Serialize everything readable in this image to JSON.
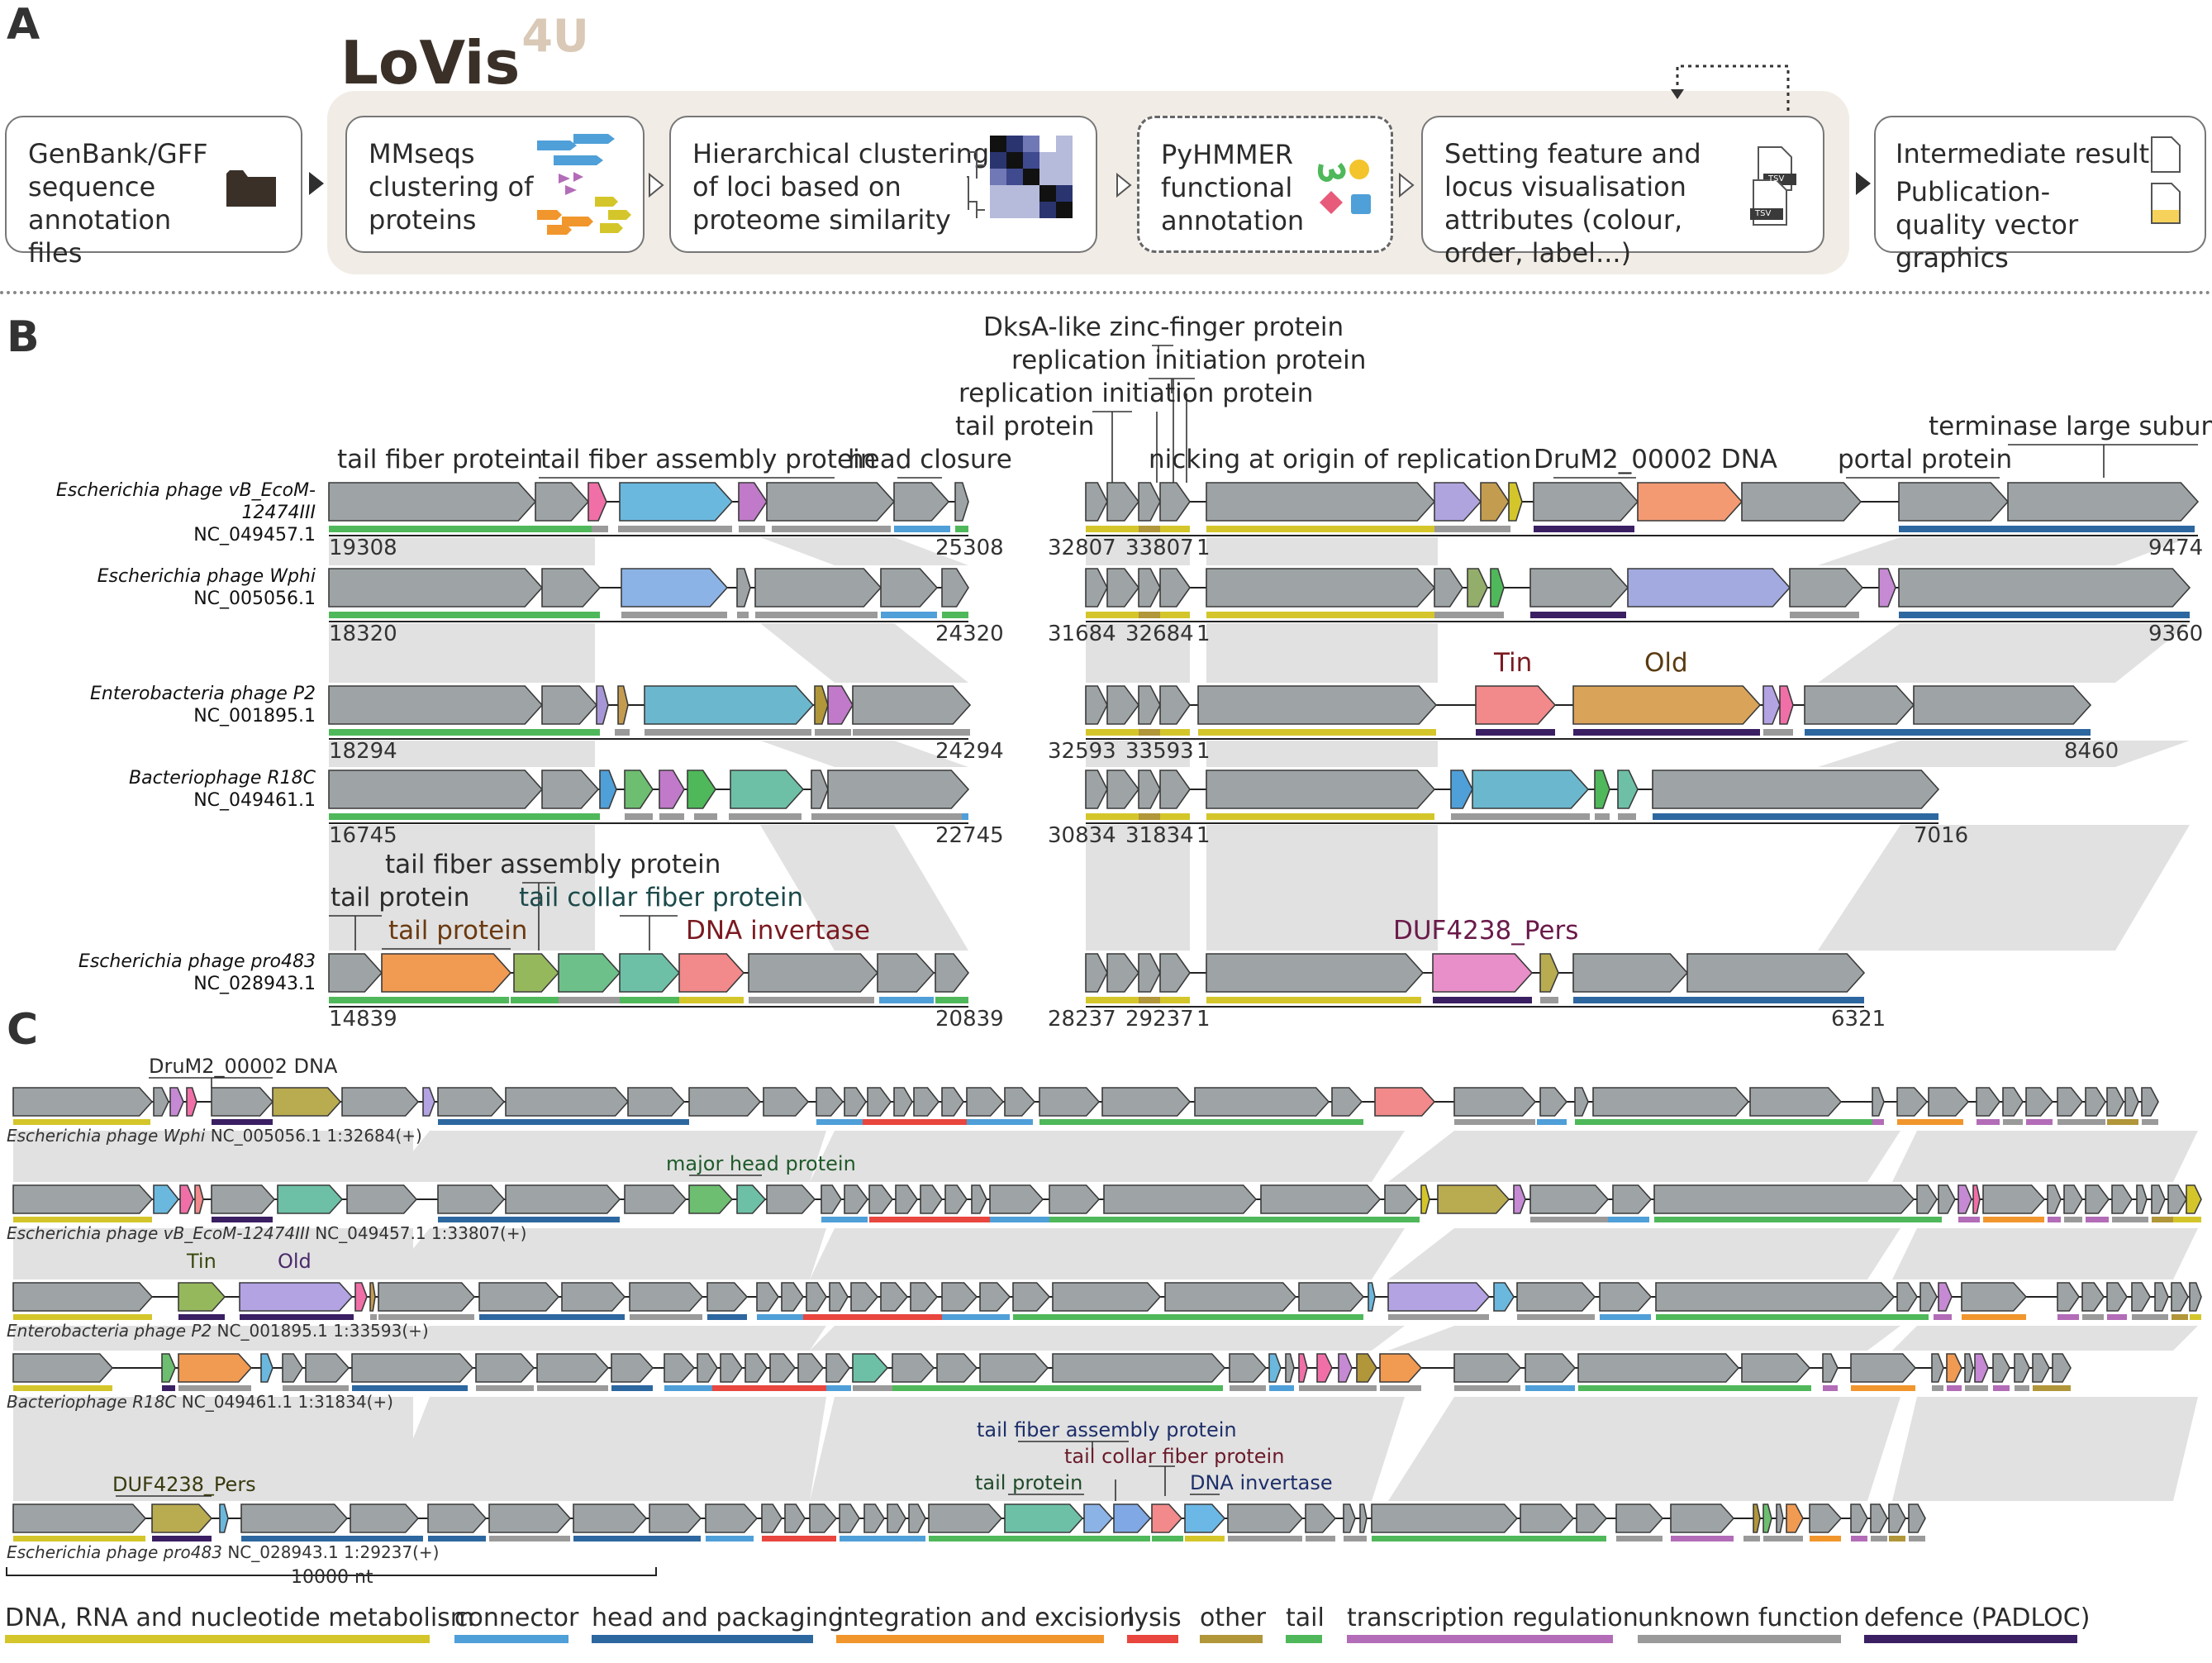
{
  "panels": {
    "a": "A",
    "b": "B",
    "c": "C"
  },
  "logo": {
    "text": "LoVis",
    "sup": "4U"
  },
  "workflow": {
    "input": "GenBank/GFF sequence annotation files",
    "step1": "MMseqs clustering of proteins",
    "step2": "Hierarchical clustering of loci based on proteome similarity",
    "step3": "PyHMMER functional annotation",
    "step4": "Setting feature and locus visualisation attributes (colour, order, label...)",
    "out1": "Intermediate results",
    "out2": "Publication-quality vector graphics",
    "file_tag": "TSV"
  },
  "colors": {
    "gene_grey": "#9ea4a6",
    "homology": "#e1e1e1",
    "dna": "#d4c62a",
    "connector": "#4f9fd8",
    "head": "#2d67a0",
    "integration": "#f0962d",
    "lysis": "#e8463e",
    "other": "#b1963a",
    "tail": "#4fb85a",
    "transcription": "#b36cb7",
    "unknown": "#9a9a9a",
    "defence": "#3b1f63"
  },
  "panel_b": {
    "genomes": [
      {
        "name": "Escherichia phage vB_EcoM-12474III",
        "acc": "NC_049457.1",
        "c": [
          "19308",
          "25308",
          "32807",
          "33807",
          "1",
          "9474"
        ]
      },
      {
        "name": "Escherichia phage Wphi",
        "acc": "NC_005056.1",
        "c": [
          "18320",
          "24320",
          "31684",
          "32684",
          "1",
          "9360"
        ]
      },
      {
        "name": "Enterobacteria phage P2",
        "acc": "NC_001895.1",
        "c": [
          "18294",
          "24294",
          "32593",
          "33593",
          "1",
          "8460"
        ]
      },
      {
        "name": "Bacteriophage R18C",
        "acc": "NC_049461.1",
        "c": [
          "16745",
          "22745",
          "30834",
          "31834",
          "1",
          "7016"
        ]
      },
      {
        "name": "Escherichia phage pro483",
        "acc": "NC_028943.1",
        "c": [
          "14839",
          "20839",
          "28237",
          "29237",
          "1",
          "6321"
        ]
      }
    ],
    "labels": {
      "dksa": "DksA-like zinc-finger protein",
      "rep1": "replication initiation protein",
      "rep2": "replication initiation protein",
      "tailp": "tail protein",
      "tailfiber": "tail fiber protein",
      "tfassembly": "tail fiber assembly protein",
      "headclosure": "head closure",
      "nicking": "nicking at origin of replication",
      "drum": "DruM2_00002 DNA",
      "portal": "portal protein",
      "terminase": "terminase large subunit",
      "tin": "Tin",
      "old": "Old",
      "tfassembly2": "tail fiber assembly protein",
      "tailp2": "tail protein",
      "tailcollar": "tail collar fiber protein",
      "tailp3": "tail protein",
      "dnainv": "DNA invertase",
      "duf": "DUF4238_Pers"
    }
  },
  "panel_c": {
    "genomes": [
      {
        "name": "Escherichia phage Wphi",
        "rest": " NC_005056.1  1:32684(+)"
      },
      {
        "name": "Escherichia phage vB_EcoM-12474III",
        "rest": " NC_049457.1  1:33807(+)"
      },
      {
        "name": "Enterobacteria phage P2",
        "rest": " NC_001895.1  1:33593(+)"
      },
      {
        "name": "Bacteriophage R18C",
        "rest": " NC_049461.1  1:31834(+)"
      },
      {
        "name": "Escherichia phage pro483",
        "rest": " NC_028943.1  1:29237(+)"
      }
    ],
    "labels": {
      "drum": "DruM2_00002 DNA",
      "majorhead": "major head protein",
      "tin": "Tin",
      "old": "Old",
      "duf": "DUF4238_Pers",
      "tfassembly": "tail fiber assembly protein",
      "tailcollar": "tail collar fiber protein",
      "tailp": "tail protein",
      "dnainv": "DNA invertase"
    },
    "scale": "10000 nt"
  },
  "legend": [
    {
      "label": "DNA, RNA and nucleotide metabolism",
      "color": "#d4c62a"
    },
    {
      "label": "connector",
      "color": "#4f9fd8"
    },
    {
      "label": "head and packaging",
      "color": "#2d67a0"
    },
    {
      "label": "integration and excision",
      "color": "#f0962d"
    },
    {
      "label": "lysis",
      "color": "#e8463e"
    },
    {
      "label": "other",
      "color": "#b1963a"
    },
    {
      "label": "tail",
      "color": "#4fb85a"
    },
    {
      "label": "transcription regulation",
      "color": "#b36cb7"
    },
    {
      "label": "unknown function",
      "color": "#9a9a9a"
    },
    {
      "label": "defence (PADLOC)",
      "color": "#3b1f63"
    }
  ]
}
